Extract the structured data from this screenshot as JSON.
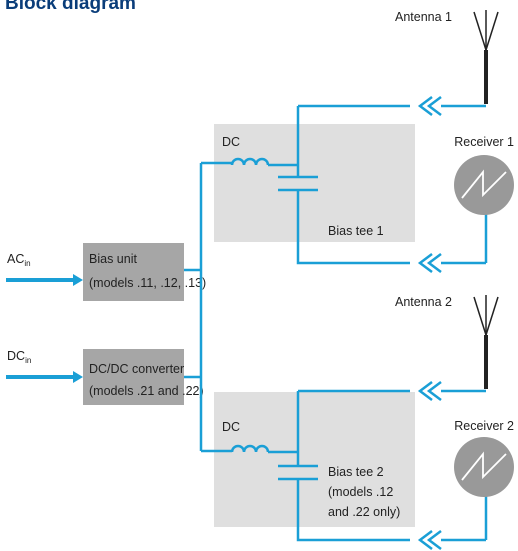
{
  "title": "Block diagram",
  "inputs": {
    "ac": {
      "base": "AC",
      "sub": "in"
    },
    "dc": {
      "base": "DC",
      "sub": "in"
    }
  },
  "blocks": {
    "bias_unit": {
      "line1": "Bias unit",
      "line2": "(models .11, .12, .13)"
    },
    "dcdc_converter": {
      "line1": "DC/DC converter",
      "line2": "(models .21 and .22)"
    }
  },
  "bias_tees": [
    {
      "dc_label": "DC",
      "lines": [
        "Bias tee 1"
      ]
    },
    {
      "dc_label": "DC",
      "lines": [
        "Bias tee 2",
        "(models .12",
        "and .22 only)"
      ]
    }
  ],
  "antennas": [
    "Antenna 1",
    "Antenna 2"
  ],
  "receivers": [
    "Receiver 1",
    "Receiver 2"
  ],
  "colors": {
    "signal_line": "#1a9fd6",
    "title": "#0a3d7a",
    "block_fill": "#a6a6a6",
    "bias_tee_fill": "#dfdfdf",
    "receiver_fill": "#999999",
    "antenna": "#222222"
  }
}
